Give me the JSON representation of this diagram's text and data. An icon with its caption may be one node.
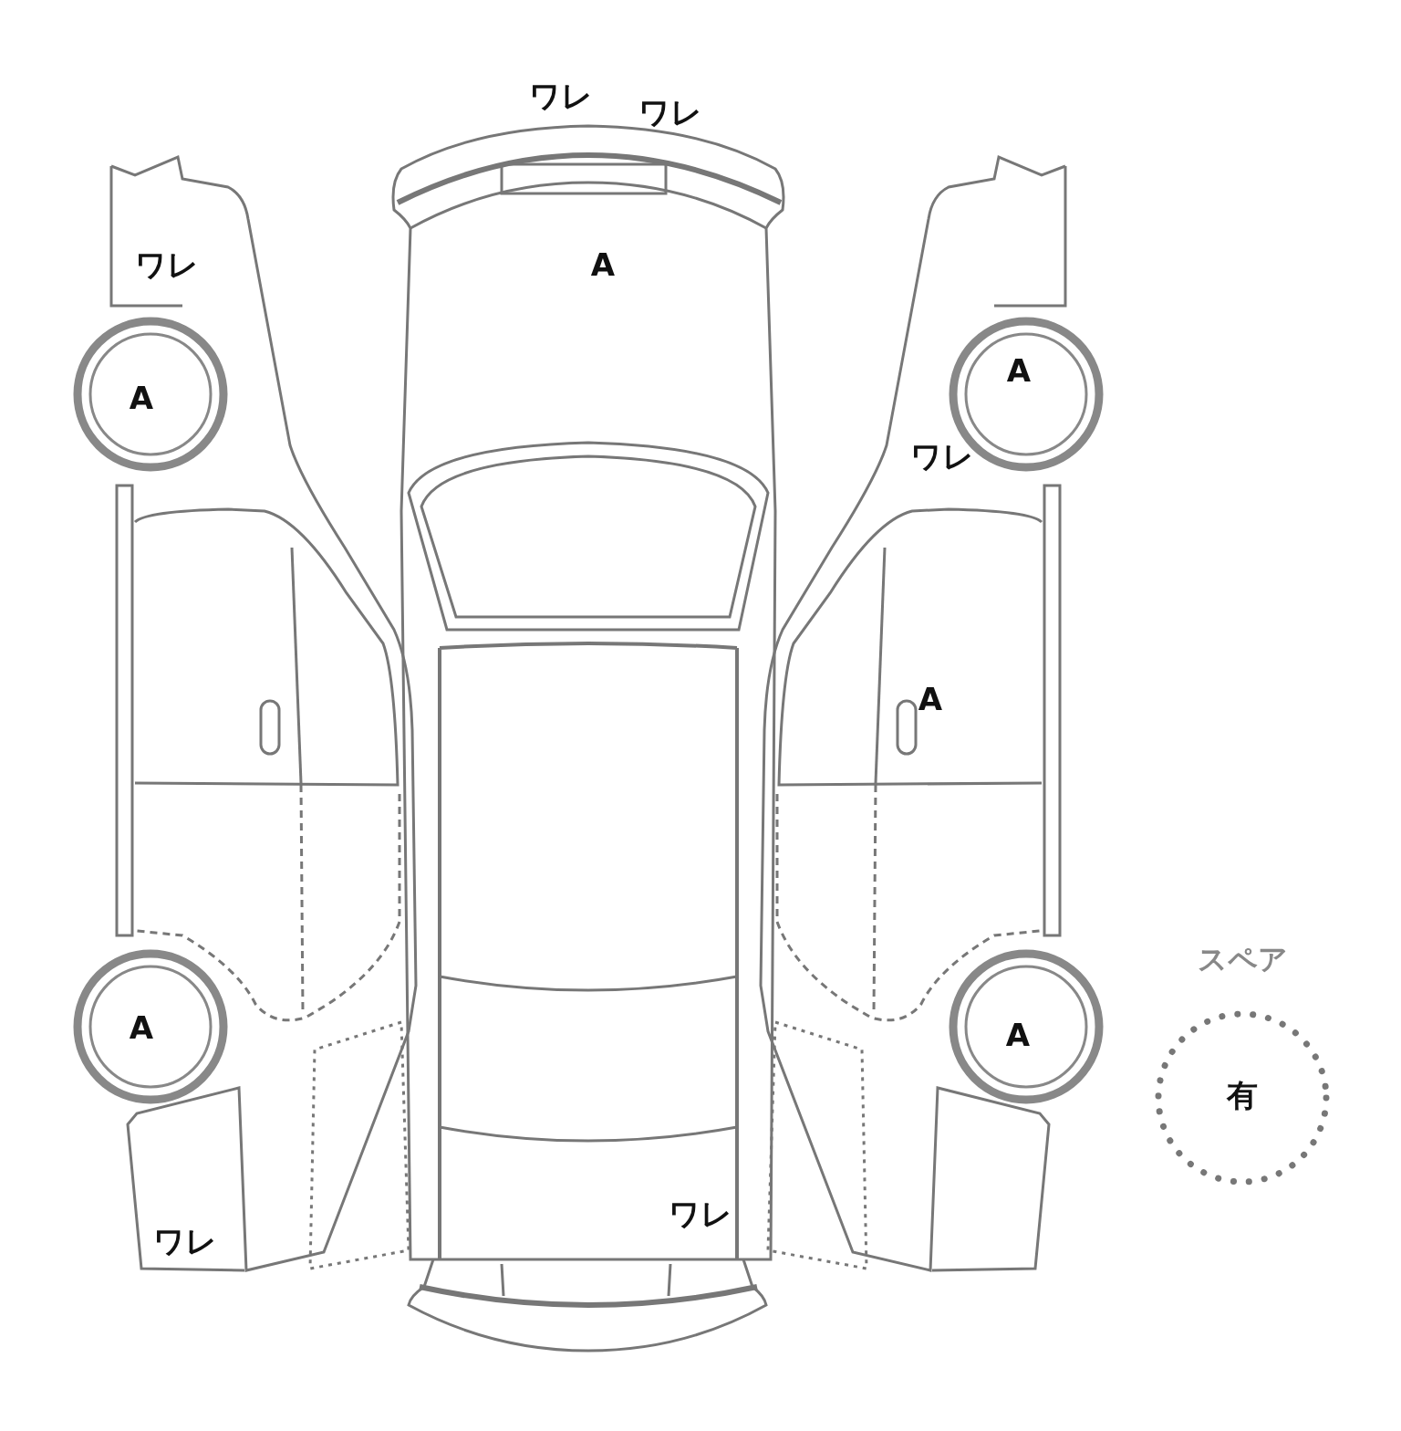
{
  "diagram": {
    "nodes": [
      {
        "text": [
          "スペア",
          "有"
        ]
      }
    ],
    "edges": [],
    "labels": [
      "ワレ",
      "ワレ",
      "ワレ",
      "A",
      "A",
      "A",
      "ワレ",
      "A",
      "A",
      "A",
      "ワレ",
      "ワレ"
    ]
  }
}
